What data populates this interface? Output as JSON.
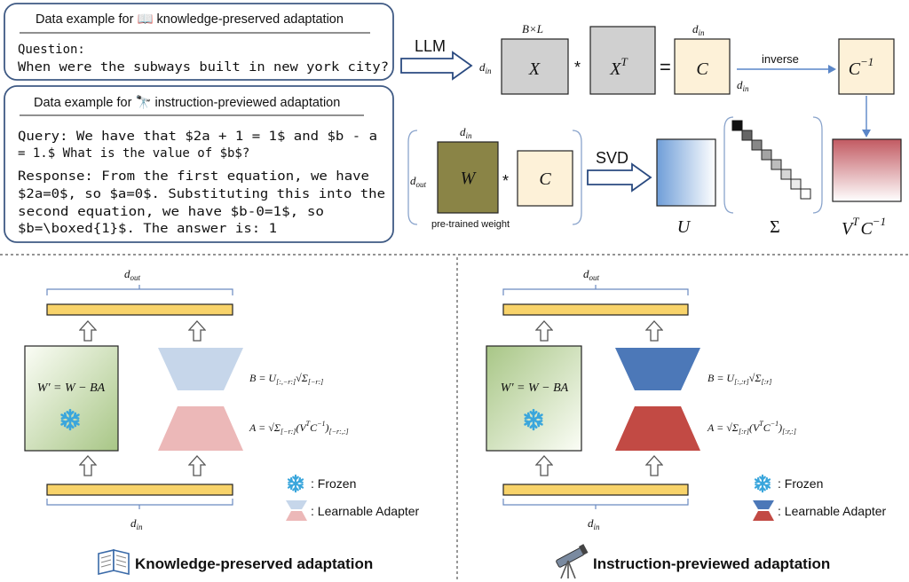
{
  "examples": {
    "knowledge": {
      "title": "Data example for 📖 knowledge-preserved adaptation",
      "line1": "Question:",
      "line2": "When were the subways built in new york city?"
    },
    "instruction": {
      "title": "Data example for 🔭 instruction-previewed adaptation",
      "lines": [
        "Query: We have that $2a + 1 = 1$ and $b - a",
        "= 1.$ What is the value of $b$?",
        "Response: From the first equation, we have",
        "$2a=0$, so $a=0$. Substituting this into the",
        "second equation, we have $b-0=1$, so",
        "$b=\\boxed{1}$. The answer is: 1"
      ]
    }
  },
  "pipeline": {
    "llm_label": "LLM",
    "svd_label": "SVD",
    "inverse_label": "inverse",
    "dim_bl": "B×L",
    "dim_din": "d",
    "dim_din_sub": "in",
    "dim_dout": "d",
    "dim_dout_sub": "out",
    "x": "X",
    "xt": "X",
    "xt_sup": "T",
    "c": "C",
    "cinv": "C",
    "cinv_sup": "−1",
    "times": "*",
    "equals": "=",
    "w": "W",
    "pretrained": "pre-trained weight",
    "u": "U",
    "sigma": "Σ",
    "vtc": "V",
    "vtc_sup1": "T",
    "vtc_mid": "C",
    "vtc_sup2": "−1"
  },
  "panels": {
    "left": {
      "dout": "d",
      "dout_sub": "out",
      "din": "d",
      "din_sub": "in",
      "weight": "W′ = W − BA",
      "b_eq": "B = U",
      "b_sub": "[:,−r:]",
      "b_sqrt": "√Σ",
      "b_sub2": "[−r:]",
      "a_eq": "A = √Σ",
      "a_sub": "[−r:]",
      "a_mid": "(V",
      "a_sup": "T",
      "a_mid2": "C",
      "a_sup2": "−1",
      "a_end": ")",
      "a_sub2": "[−r:,:]",
      "frozen": ": Frozen",
      "adapter": ": Learnable Adapter",
      "caption": "Knowledge-preserved adaptation"
    },
    "right": {
      "dout": "d",
      "dout_sub": "out",
      "din": "d",
      "din_sub": "in",
      "weight": "W′ = W − BA",
      "b_eq": "B = U",
      "b_sub": "[:,:r]",
      "b_sqrt": "√Σ",
      "b_sub2": "[:r]",
      "a_eq": "A = √Σ",
      "a_sub": "[:r]",
      "a_mid": "(V",
      "a_sup": "T",
      "a_mid2": "C",
      "a_sup2": "−1",
      "a_end": ")",
      "a_sub2": "[:r,:]",
      "frozen": ": Frozen",
      "adapter": ": Learnable Adapter",
      "caption": "Instruction-previewed adaptation"
    }
  },
  "icons": {
    "book": "book-icon",
    "telescope": "telescope-icon",
    "snowflake": "snowflake-icon"
  },
  "colors": {
    "box_gray": "#d0d0d0",
    "box_cream": "#fdf1d8",
    "w_olive": "#8a8446",
    "bar_yellow": "#f8d36a",
    "frame_blue": "#3f5a84",
    "arrow_blue": "#5a86c8",
    "adapter_light_blue": "#c6d6ea",
    "adapter_light_red": "#ecb8b8",
    "adapter_blue": "#4c78b8",
    "adapter_red": "#c24a44",
    "snow_blue": "#3aa6dc"
  }
}
